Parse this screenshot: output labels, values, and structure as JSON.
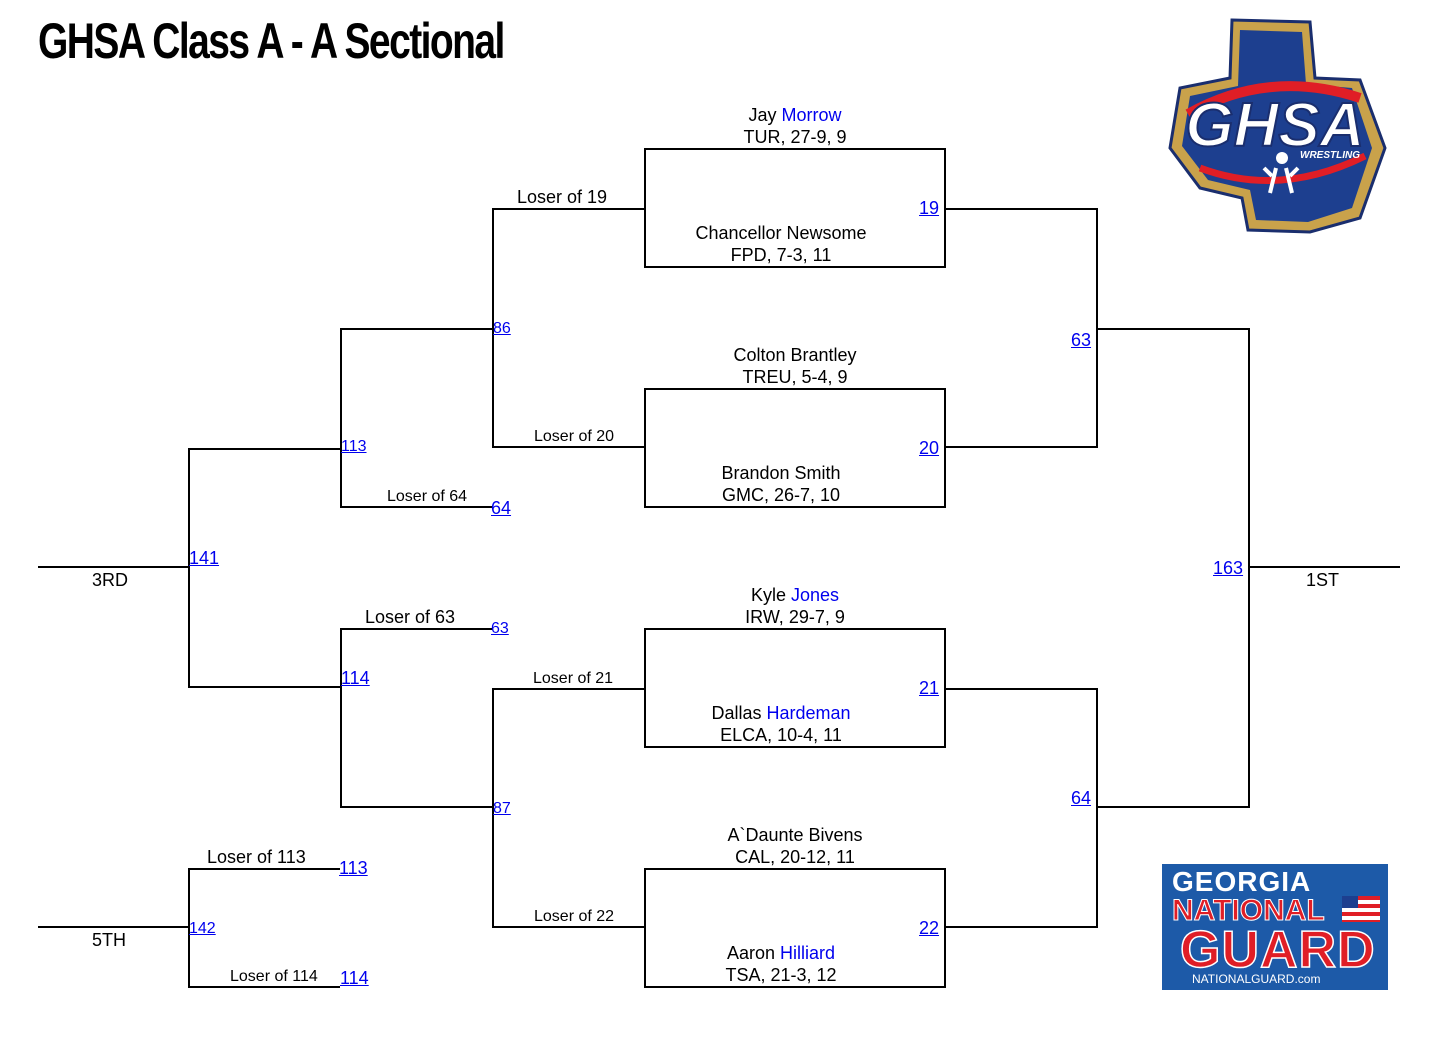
{
  "title": "GHSA Class A - A Sectional",
  "colors": {
    "link": "#0000ee",
    "line": "#000000"
  },
  "logos": {
    "ghsa": {
      "word": "GHSA",
      "sub": "WRESTLING"
    },
    "guard": {
      "line1": "GEORGIA",
      "line2": "NATIONAL",
      "line3": "GUARD",
      "line4": "NATIONALGUARD.com"
    }
  },
  "championship": {
    "wrestlers": [
      {
        "first": "Jay",
        "last": "Morrow",
        "last_link": true,
        "info": "TUR, 27-9, 9"
      },
      {
        "first": "Chancellor",
        "last": "Newsome",
        "last_link": false,
        "info": "FPD, 7-3, 11"
      },
      {
        "first": "Colton",
        "last": "Brantley",
        "last_link": false,
        "info": "TREU, 5-4, 9"
      },
      {
        "first": "Brandon",
        "last": "Smith",
        "last_link": false,
        "info": "GMC, 26-7, 10"
      },
      {
        "first": "Kyle",
        "last": "Jones",
        "last_link": true,
        "info": "IRW, 29-7, 9"
      },
      {
        "first": "Dallas",
        "last": "Hardeman",
        "last_link": true,
        "info": "ELCA, 10-4, 11"
      },
      {
        "first": "A`Daunte",
        "last": "Bivens",
        "last_link": false,
        "info": "CAL, 20-12, 11"
      },
      {
        "first": "Aaron",
        "last": "Hilliard",
        "last_link": true,
        "info": "TSA, 21-3, 12"
      }
    ],
    "quarter_bouts": [
      "19",
      "20",
      "21",
      "22"
    ],
    "semi_bouts": [
      "63",
      "64"
    ],
    "final_bout": "163",
    "place_label": "1ST"
  },
  "consolation": {
    "losers": {
      "l19": "Loser of 19",
      "l20": "Loser of 20",
      "l21": "Loser of 21",
      "l22": "Loser of 22",
      "l64": "Loser of 64",
      "l63": "Loser of 63",
      "l113": "Loser of 113",
      "l114": "Loser of 114"
    },
    "bouts": {
      "b86": "86",
      "b87": "87",
      "b113": "113",
      "b114": "114",
      "b64": "64",
      "b63": "63",
      "b141": "141",
      "b142": "142",
      "b113b": "113",
      "b114b": "114"
    },
    "third_label": "3RD",
    "fifth_label": "5TH"
  }
}
